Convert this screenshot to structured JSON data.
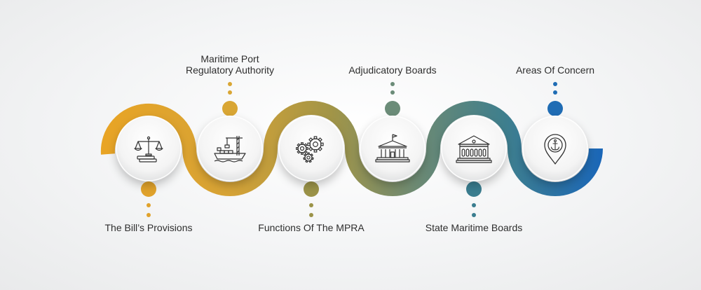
{
  "stages": [
    {
      "label": "The Bill’s Provisions",
      "icon": "scales-books-icon",
      "color": "#e0a22b",
      "label_side": "bottom"
    },
    {
      "label": "Maritime Port\nRegulatory Authority",
      "icon": "cargo-ship-crane-icon",
      "color": "#d9a634",
      "label_side": "top"
    },
    {
      "label": "Functions Of The MPRA",
      "icon": "gears-icon",
      "color": "#9b9348",
      "label_side": "bottom"
    },
    {
      "label": "Adjudicatory Boards",
      "icon": "courthouse-flag-icon",
      "color": "#6b8c78",
      "label_side": "top"
    },
    {
      "label": "State Maritime Boards",
      "icon": "government-building-icon",
      "color": "#3a7d8f",
      "label_side": "bottom"
    },
    {
      "label": "Areas Of Concern",
      "icon": "anchor-location-pin-icon",
      "color": "#1f6cb4",
      "label_side": "top"
    }
  ]
}
